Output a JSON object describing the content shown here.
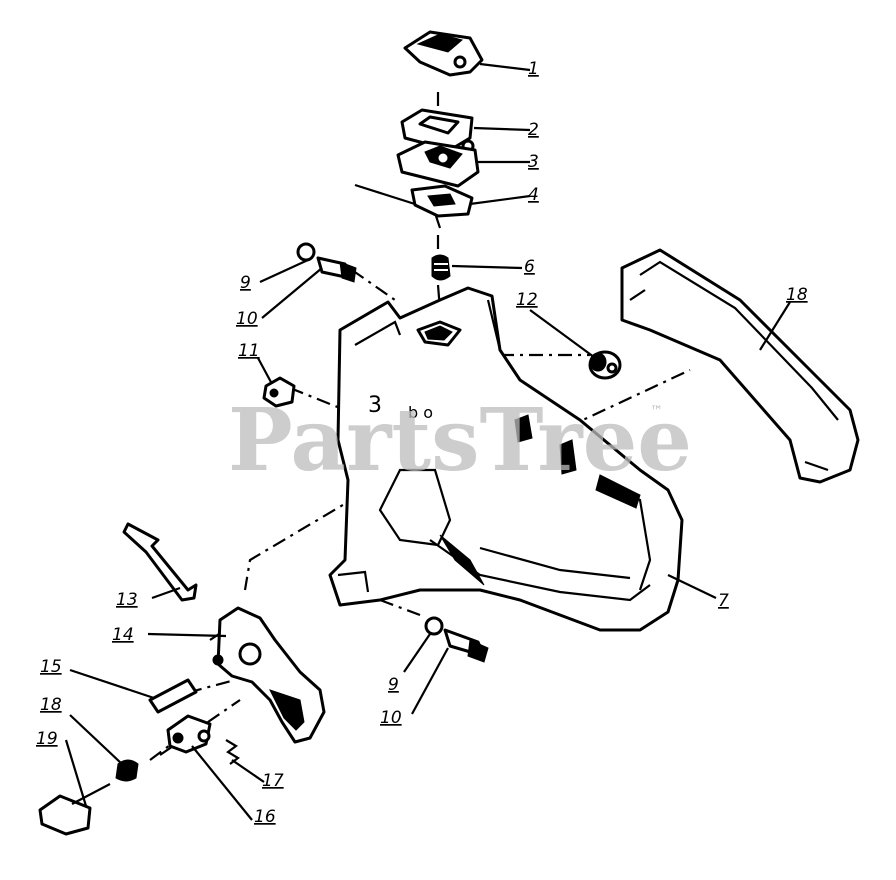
{
  "watermark": {
    "text": "PartsTree",
    "trademark": "™"
  },
  "callouts": {
    "c1": "1",
    "c2": "2",
    "c3": "3",
    "c4": "4",
    "c6": "6",
    "c7": "7",
    "c9a": "9",
    "c10a": "10",
    "c9b": "9",
    "c10b": "10",
    "c11": "11",
    "c12": "12",
    "c13": "13",
    "c14": "14",
    "c15": "15",
    "c16": "16",
    "c17": "17",
    "c18a": "18",
    "c18b": "18",
    "c19": "19"
  }
}
